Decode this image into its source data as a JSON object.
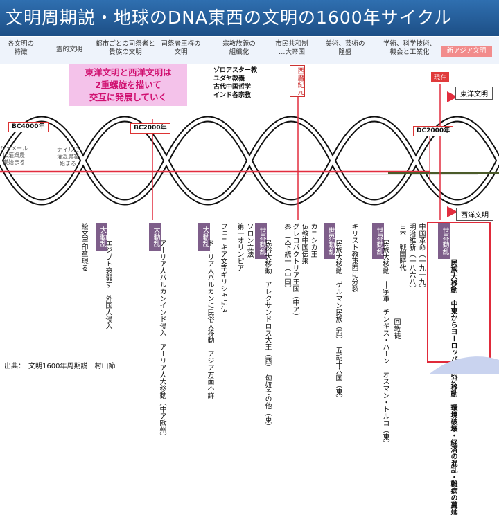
{
  "title": "文明周期説・地球のDNA東西の文明の1600年サイクル",
  "header": [
    {
      "label": "各文明の\n特徴"
    },
    {
      "label": "霊的文明"
    },
    {
      "label": "都市ごとの司祭者と\n貴族の文明"
    },
    {
      "label": "司祭者王権の\n文明"
    },
    {
      "label": "宗教族義の\n組織化"
    },
    {
      "label": "市民共和制\n…大帝国"
    },
    {
      "label": "美術、芸術の\n隆盛"
    },
    {
      "label": "学術、科学技術、\n機会と工業化"
    },
    {
      "label": "新アジア文明"
    }
  ],
  "callout": "東洋文明と西洋文明は\n2重螺旋を描いて\n交互に発展していく",
  "religion": "ゾロアスター教\nユダヤ教義\n古代中国哲学\nインド各宗教",
  "seireki": "西暦紀元",
  "genzai": "現在",
  "east_label": "東洋文明",
  "west_label": "西洋文明",
  "tags": {
    "bc4000": "BC4000年",
    "bc2000": "BC2000年",
    "dc2000": "DC2000年"
  },
  "notes": {
    "left1": "シュメール\nに灌漑農\n業始まる",
    "left2": "ナイルに\n灌漑農業\n始まる"
  },
  "events": {
    "e1": "絵文字印章現る",
    "box1": "大動乱",
    "e2": "エジプト衰弱す　外国人侵入",
    "box2": "大動乱",
    "e3": "アーリア人バルカンインド侵入　アーリア人大移動（中ア欧州）",
    "box3": "大動乱",
    "e4": "ドーリア人バルカンに民俗大移動　アジア方面不詳",
    "e5": "フェニキア文字ギリシャに伝",
    "e6": "第一オリンピア",
    "e7": "ソロン立法",
    "box4": "世界動乱",
    "e8": "民俗大移動　アレクサンドロス大王（西）　匈奴その他（東）",
    "e9": "秦　天下統一（中国）",
    "e10": "グレコバクトリア王国（中ア）",
    "e11": "仏教中国伝来",
    "e12": "カニシカ王",
    "box5": "世界動乱",
    "e13": "民族大移動　ゲルマン民族（西）　五胡十六国（東）",
    "e14": "キリスト教東西に分裂",
    "box6": "世界動乱",
    "e15": "民族大移動　十字軍　チンギス・ハーン　オスマン・トルコ（東）",
    "e16": "回教徒",
    "e17": "日本　戦国時代",
    "e18": "明治維新（一八六八）",
    "e19": "中国革命（一九一九）",
    "box7": "世界動乱",
    "e20": "民族大移動　中東からヨーロッパ難民が移動　環境破壊・経済の混乱・難病の蔓延"
  },
  "source": "出典：　文明1600年周期説　村山節",
  "colors": {
    "accent": "#e02a3a",
    "east_line": "#e22d3e",
    "west_line": "#4b5b2a",
    "box": "#7e5e8a"
  }
}
